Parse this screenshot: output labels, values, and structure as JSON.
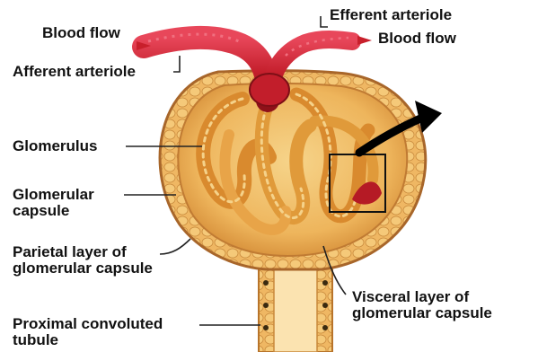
{
  "labels": {
    "blood_flow_in": "Blood flow",
    "afferent_arteriole": "Afferent arteriole",
    "efferent_arteriole": "Efferent arteriole",
    "blood_flow_out": "Blood flow",
    "glomerulus": "Glomerulus",
    "glomerular_capsule": {
      "line1": "Glomerular",
      "line2": "capsule"
    },
    "parietal_layer": {
      "line1": "Parietal layer of",
      "line2": "glomerular capsule"
    },
    "proximal_tubule": {
      "line1": "Proximal convoluted",
      "line2": "tubule"
    },
    "visceral_layer": {
      "line1": "Visceral layer of",
      "line2": "glomerular capsule"
    }
  },
  "colors": {
    "label_text": "#111111",
    "leader_line": "#222222",
    "arteriole_red": "#c81f2b",
    "capsule_tan": "#f0b85a",
    "capsule_edge": "#b8742a",
    "capillary_tissue": "#d98a2e",
    "callout_arrow": "#000000"
  }
}
